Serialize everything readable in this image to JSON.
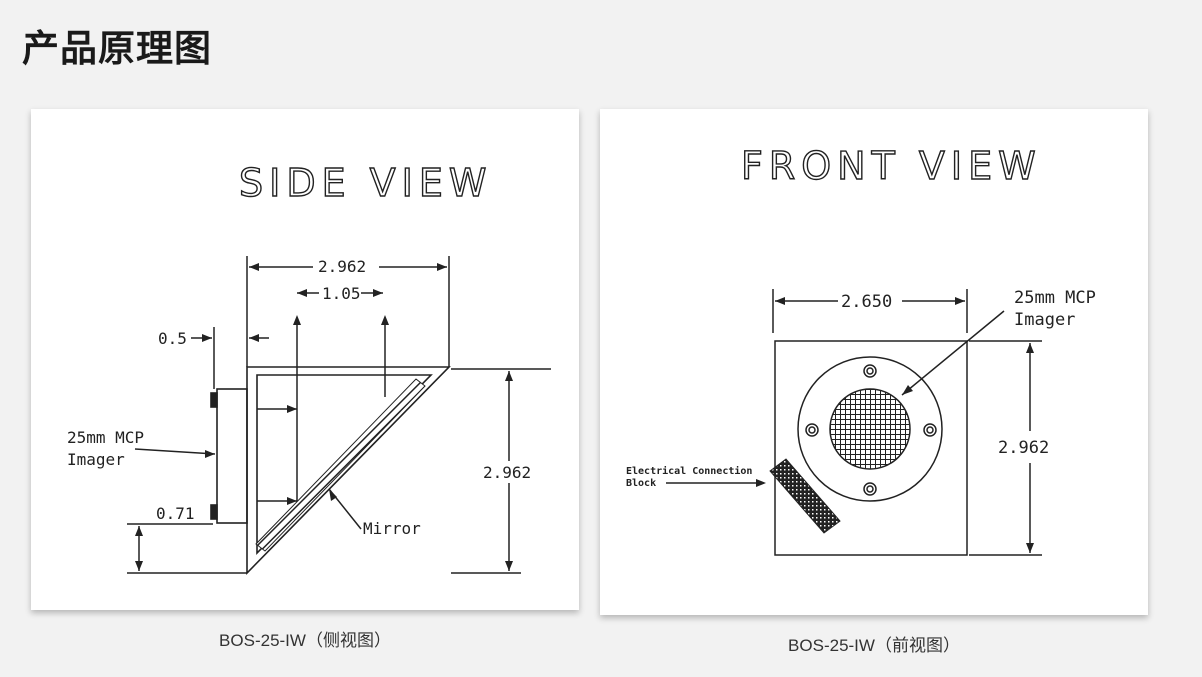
{
  "page": {
    "title": "产品原理图"
  },
  "side_view": {
    "title": "SIDE VIEW",
    "dim_width": "2.962",
    "dim_inner": "1.05",
    "dim_left": "0.5",
    "dim_height": "2.962",
    "dim_bottom": "0.71",
    "imager_label_1": "25mm MCP",
    "imager_label_2": "Imager",
    "mirror_label": "Mirror",
    "caption": "BOS-25-IW（侧视图）"
  },
  "front_view": {
    "title": "FRONT VIEW",
    "dim_width": "2.650",
    "dim_height": "2.962",
    "imager_label_1": "25mm MCP",
    "imager_label_2": "Imager",
    "connection_label_1": "Electrical Connection",
    "connection_label_2": "Block",
    "caption": "BOS-25-IW（前视图）"
  }
}
